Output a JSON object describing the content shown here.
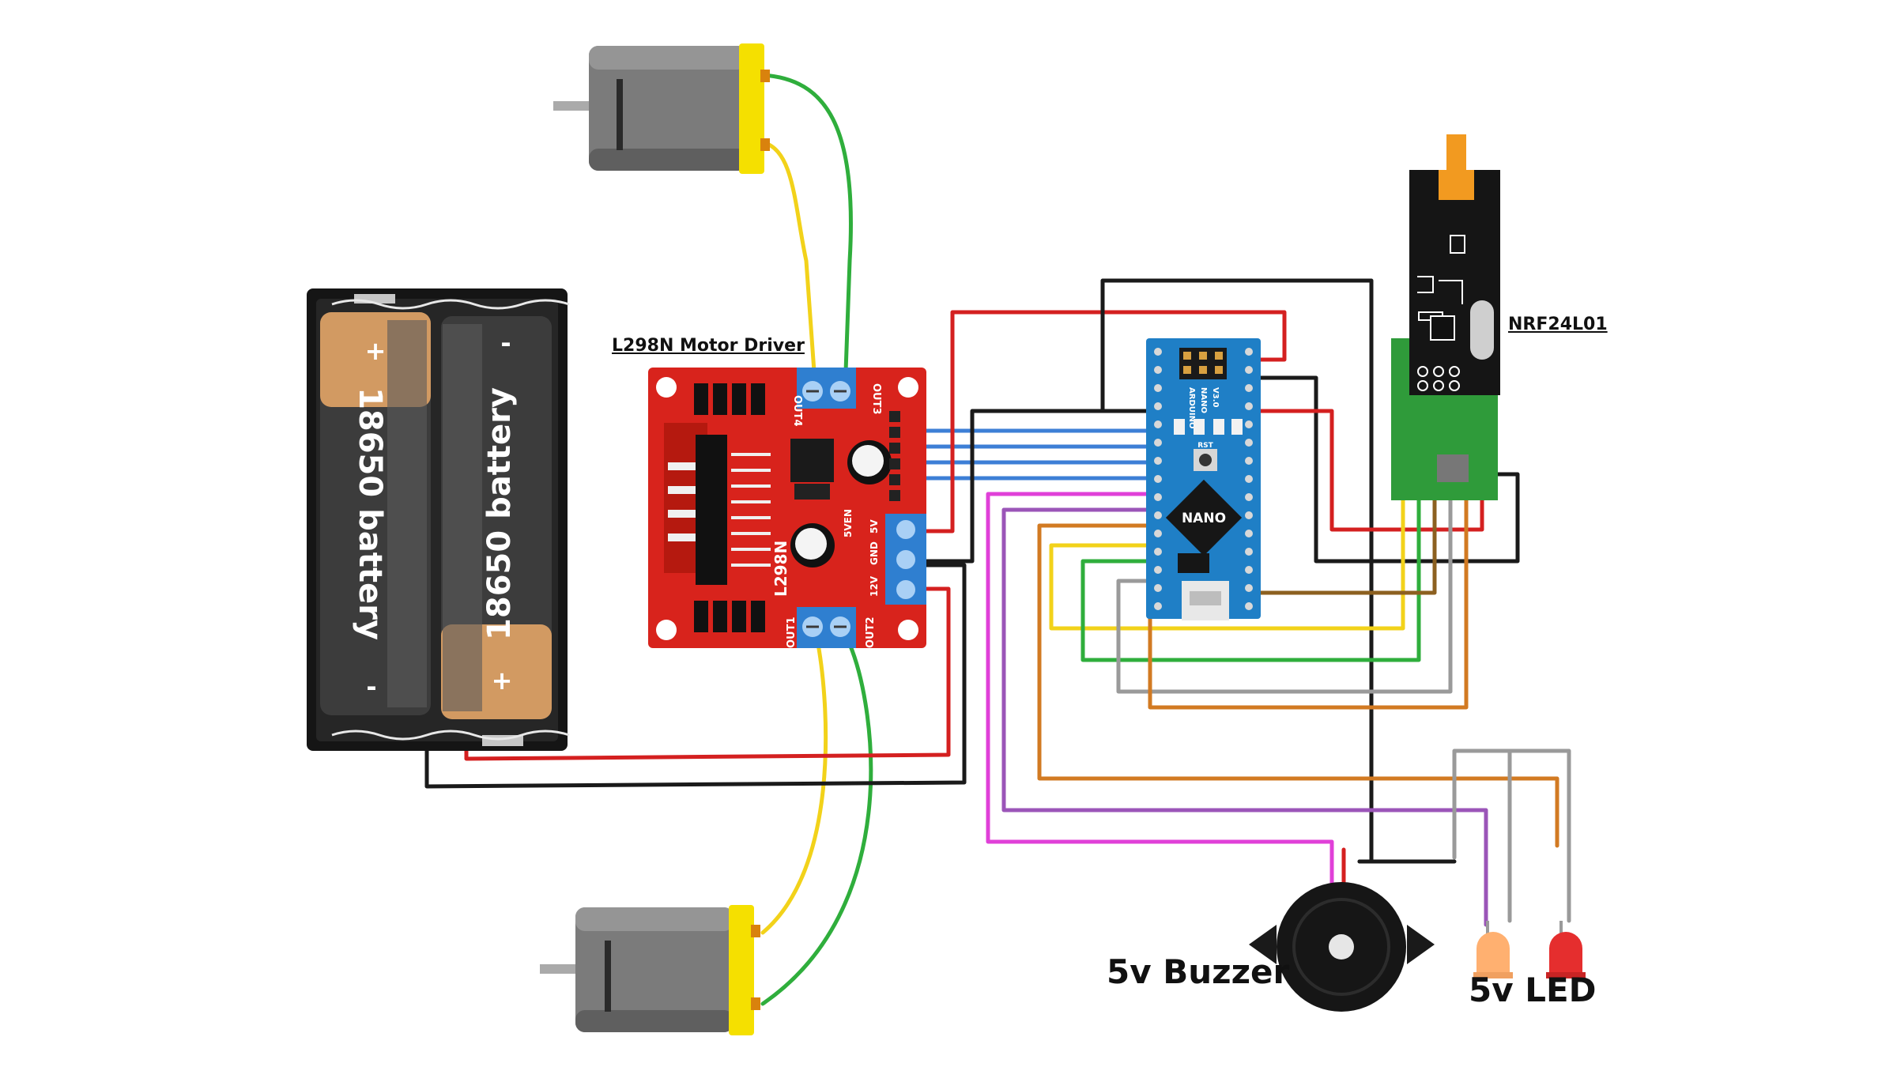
{
  "labels": {
    "motor_driver": "L298N Motor Driver",
    "radio": "NRF24L01",
    "buzzer": "5v Buzzer",
    "led": "5v  LED"
  },
  "battery": {
    "cell_label": "18650 battery",
    "plus": "+",
    "minus": "-"
  },
  "driver": {
    "chip": "L298N",
    "out1": "OUT1",
    "out2": "OUT2",
    "out3": "OUT3",
    "out4": "OUT4",
    "pin_12v": "12V",
    "pin_gnd": "GND",
    "pin_5v": "5V",
    "pin_5ven": "5VEN"
  },
  "nano": {
    "badge": "NANO",
    "brand": "ARDUINO",
    "model": "NANO",
    "version": "V3.0",
    "rst": "RST"
  },
  "colors": {
    "wire_red": "#d42020",
    "wire_black": "#1a1a1a",
    "wire_yellow": "#f2d21a",
    "wire_green": "#2fae3c",
    "wire_blue": "#3d7fd6",
    "wire_magenta": "#e040d8",
    "wire_purple": "#9b55b8",
    "wire_orange": "#d27a22",
    "wire_gray": "#9a9a9a",
    "wire_brown": "#8c6020",
    "driver_board": "#d8231c",
    "nano_board": "#1f7fc6",
    "radio_board": "#2f9b3a",
    "led_orange": "#ffb070",
    "led_red": "#e52e2e"
  }
}
